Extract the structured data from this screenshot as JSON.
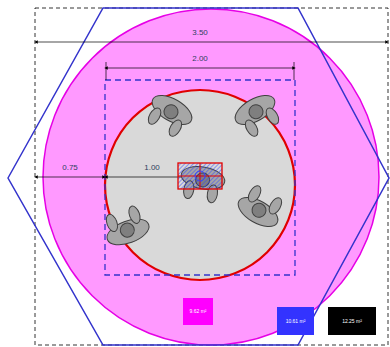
{
  "diagram": {
    "nodes": [
      {
        "text": [
          "9.62 m²"
        ]
      },
      {
        "text": [
          "10.61 m²"
        ]
      },
      {
        "text": [
          "12.25 m²"
        ]
      }
    ],
    "labels": [
      "3.50",
      "2.00",
      "0.75",
      "1.00"
    ]
  }
}
